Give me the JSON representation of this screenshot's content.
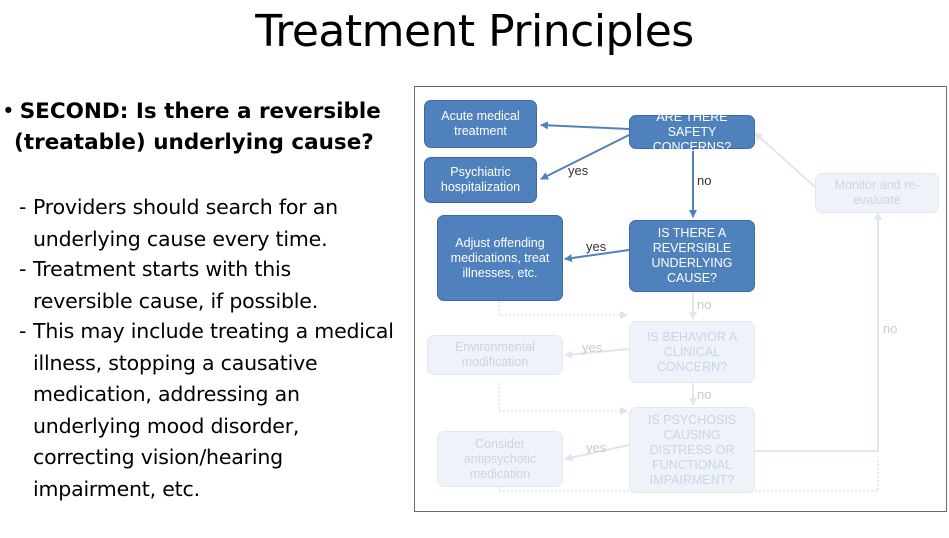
{
  "slide": {
    "title": "Treatment Principles"
  },
  "left": {
    "bullet_dot": "•",
    "bullet_head_line1": "SECOND:  Is there a reversible",
    "bullet_head_line2": "(treatable) underlying cause?",
    "items": [
      {
        "dash": "-",
        "line1": "Providers should search for an",
        "line2": "underlying cause every time."
      },
      {
        "dash": "-",
        "line1": "Treatment starts with this",
        "line2": "reversible cause, if possible."
      },
      {
        "dash": "-",
        "line1": "This may include treating a medical",
        "line2": "illness, stopping a causative",
        "line3": "medication, addressing an",
        "line4": "underlying mood disorder,",
        "line5": "correcting vision/hearing",
        "line6": "impairment, etc."
      }
    ]
  },
  "flowchart": {
    "boxes": {
      "acute": "Acute medical treatment",
      "psych_hosp": "Psychiatric hospitalization",
      "safety": "ARE THERE SAFETY CONCERNS?",
      "monitor": "Monitor and re-evaluate",
      "adjust": "Adjust offending medications, treat illnesses, etc.",
      "reversible": "IS THERE A REVERSIBLE UNDERLYING CAUSE?",
      "env": "Environmental modification",
      "behavior": "IS BEHAVIOR A CLINICAL CONCERN?",
      "antipsychotic": "Consider antipsychotic medication",
      "psychosis": "IS PSYCHOSIS CAUSING DISTRESS OR FUNCTIONAL IMPAIRMENT?"
    },
    "labels": {
      "yes_safety": "yes",
      "no_safety": "no",
      "yes_reversible": "yes",
      "no_reversible": "no",
      "yes_behavior": "yes",
      "no_behavior": "no",
      "yes_psychosis": "yes",
      "no_monitor": "no"
    },
    "colors": {
      "active": "#4f81bd",
      "faded": "#eef2f9",
      "faded_text": "#c9d5e6"
    }
  }
}
